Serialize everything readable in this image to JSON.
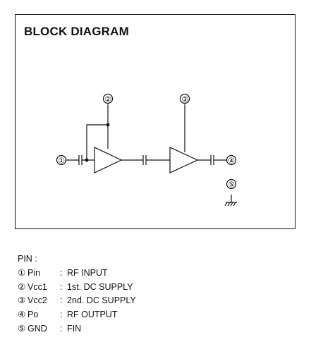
{
  "diagram": {
    "title": "BLOCK DIAGRAM",
    "pin_markers": [
      "①",
      "②",
      "③",
      "④",
      "⑤"
    ]
  },
  "pins": {
    "heading": "PIN :",
    "items": [
      {
        "num": "①",
        "symbol": "Pin",
        "sep": ":",
        "description": "RF INPUT"
      },
      {
        "num": "②",
        "symbol": "Vcc1",
        "sep": ":",
        "description": "1st. DC SUPPLY"
      },
      {
        "num": "③",
        "symbol": "Vcc2",
        "sep": ":",
        "description": "2nd. DC SUPPLY"
      },
      {
        "num": "④",
        "symbol": "Po",
        "sep": ":",
        "description": "RF OUTPUT"
      },
      {
        "num": "⑤",
        "symbol": "GND",
        "sep": ":",
        "description": "FIN"
      }
    ]
  }
}
